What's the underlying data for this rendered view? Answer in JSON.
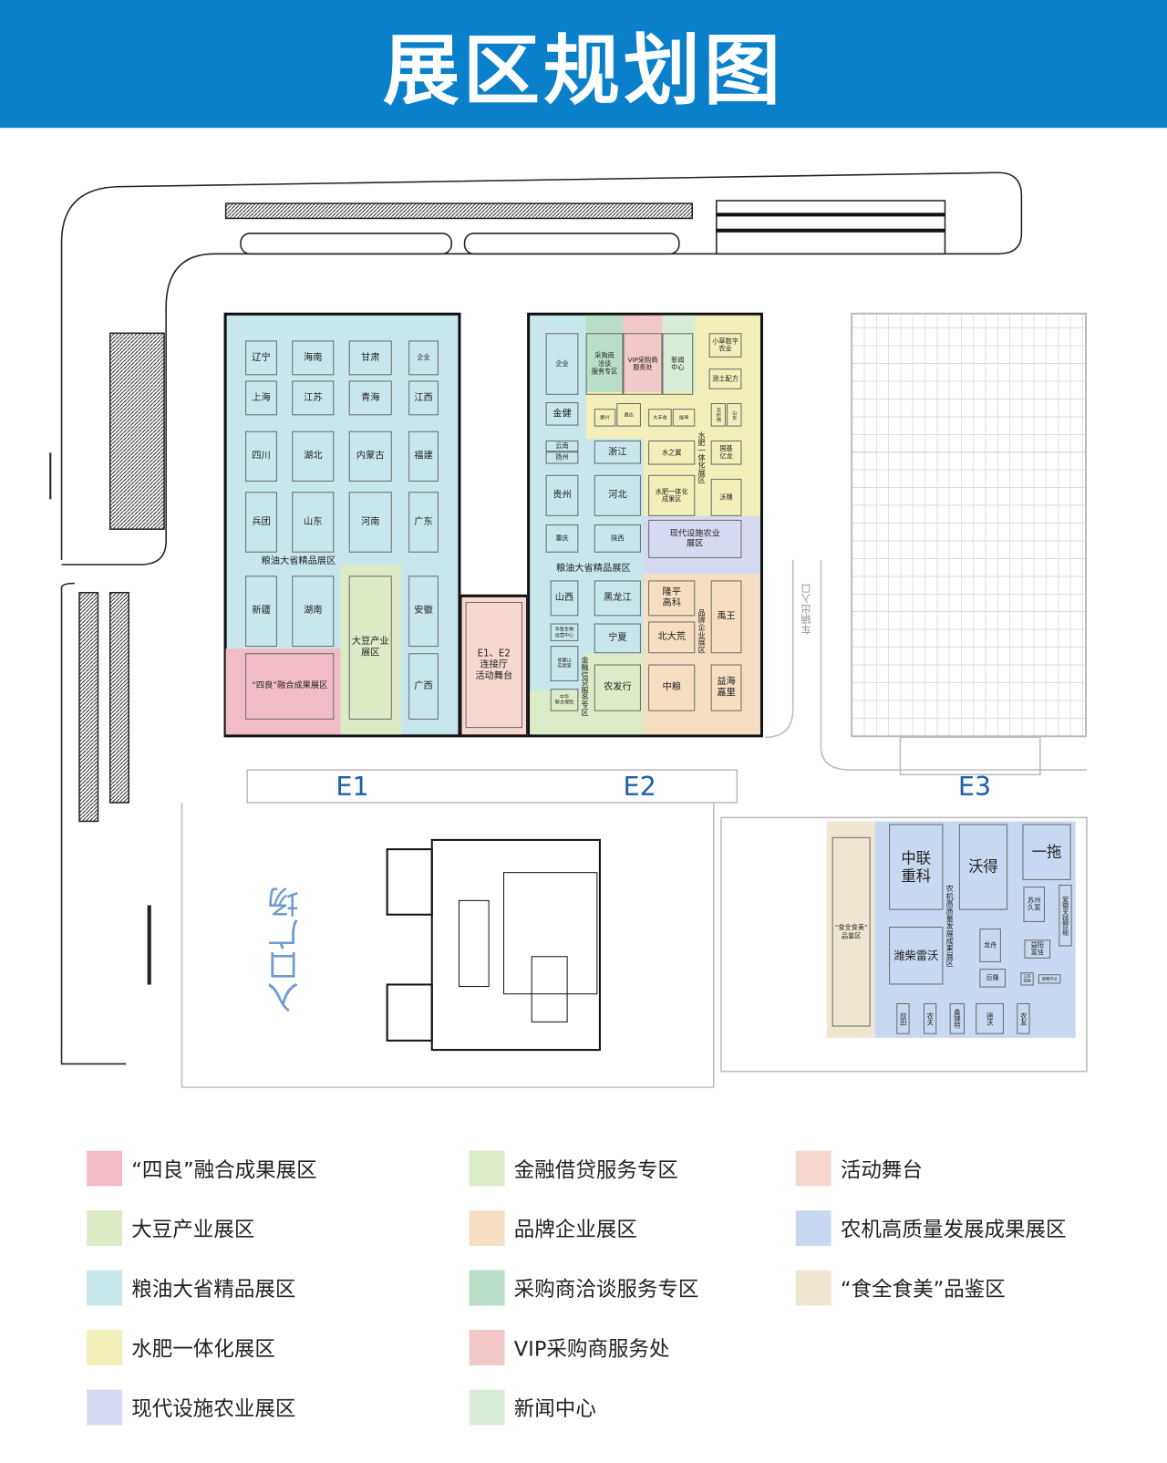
{
  "header": {
    "title": "展区规划图"
  },
  "halls": {
    "e1": "E1",
    "e2": "E2",
    "e3": "E3"
  },
  "plaza_label": "入口广场",
  "vehicle_entrance": "车辆出入口",
  "e1": {
    "zone_label": "粮油大省精品展区",
    "booths": [
      "辽宁",
      "海南",
      "甘肃",
      "企业",
      "上海",
      "江苏",
      "青海",
      "江西",
      "四川",
      "湖北",
      "内蒙古",
      "福建",
      "兵团",
      "山东",
      "河南",
      "广东",
      "新疆",
      "湖南",
      "安徽",
      "广西"
    ],
    "soybean": "大豆产业\n展区",
    "siliang": "“四良”融合成果展区"
  },
  "connector": "E1、E2\n连接厅\n活动舞台",
  "e2": {
    "zone_label": "粮油大省精品展区",
    "water_label": "水肥一体化展区",
    "brand_label": "品牌企业展区",
    "finance_label": "金融信贷服务专区",
    "purchase": "采购商\n洽谈\n服务专区",
    "vip": "VIP采购商\n服务处",
    "news": "新闻\n中心",
    "booths": {
      "qiye": "企业",
      "jinjian": "金健",
      "yunnan": "云南",
      "yangzhou": "扬州",
      "guizhou": "贵州",
      "chongqing": "重庆",
      "zhejiang": "浙江",
      "hebei": "河北",
      "shaanxi": "陕西",
      "xiaocao": "小草数字\n农业",
      "cetu": "测土配方",
      "pengxing": "鹏兴",
      "huida": "惠达",
      "dafengshou": "大丰收",
      "kunkun": "焜坤",
      "jishiyu": "及时雨",
      "shandong": "山东",
      "shuizhiyi": "水之翼",
      "shuifei": "水肥一体化\n成果区",
      "guoji": "国基\n亿龙",
      "woke": "沃稞",
      "xiandai": "现代设施农业\n展区",
      "shanxi": "山西",
      "heilongjiang": "黑龙江",
      "huazhi": "华智生物\n运营中心",
      "ningxia": "宁夏",
      "yuelu": "岳麓山\n实验室",
      "nongfa": "农发行",
      "zhonghua": "中华\n联合保险",
      "longping": "隆平\n高科",
      "beidahuang": "北大荒",
      "zhongliang": "中粮",
      "yuwang": "禹王",
      "yihai": "益海\n嘉里"
    }
  },
  "e3_outdoor": {
    "food": "“食全食美”\n品鉴区",
    "ag_label": "农机高质量发展成果展区",
    "booths": {
      "zhonglian": "中联\n重科",
      "wode": "沃得",
      "yituo": "一拖",
      "weichai": "潍柴雷沃",
      "suzhou": "苏州\n久富",
      "anhui": "安徽天德智能",
      "longzhou": "龙舟",
      "yiyang": "益阳\n富佳",
      "julong": "巨隆",
      "jiangsu": "江苏\n绿源",
      "delong": "德隆传动",
      "xintian": "欣田",
      "nongfu": "农夫",
      "sanglaite": "桑铼特",
      "dewo": "德沃",
      "nongyou": "农友"
    }
  },
  "legend": [
    {
      "label": "“四良”融合成果展区",
      "color": "#f2bcc6"
    },
    {
      "label": "大豆产业展区",
      "color": "#dcebc6"
    },
    {
      "label": "粮油大省精品展区",
      "color": "#c8e7ed"
    },
    {
      "label": "水肥一体化展区",
      "color": "#f2efb8"
    },
    {
      "label": "现代设施农业展区",
      "color": "#d6daf0"
    },
    {
      "label": "金融借贷服务专区",
      "color": "#dcebc8"
    },
    {
      "label": "品牌企业展区",
      "color": "#f6dfc0"
    },
    {
      "label": "采购商洽谈服务专区",
      "color": "#b8dec8"
    },
    {
      "label": "VIP采购商服务处",
      "color": "#f2c8c8"
    },
    {
      "label": "新闻中心",
      "color": "#d8ecd8"
    },
    {
      "label": "活动舞台",
      "color": "#f6d8d0"
    },
    {
      "label": "农机高质量发展成果展区",
      "color": "#c8d8f0"
    },
    {
      "label": "“食全食美”品鉴区",
      "color": "#efe6d2"
    }
  ]
}
